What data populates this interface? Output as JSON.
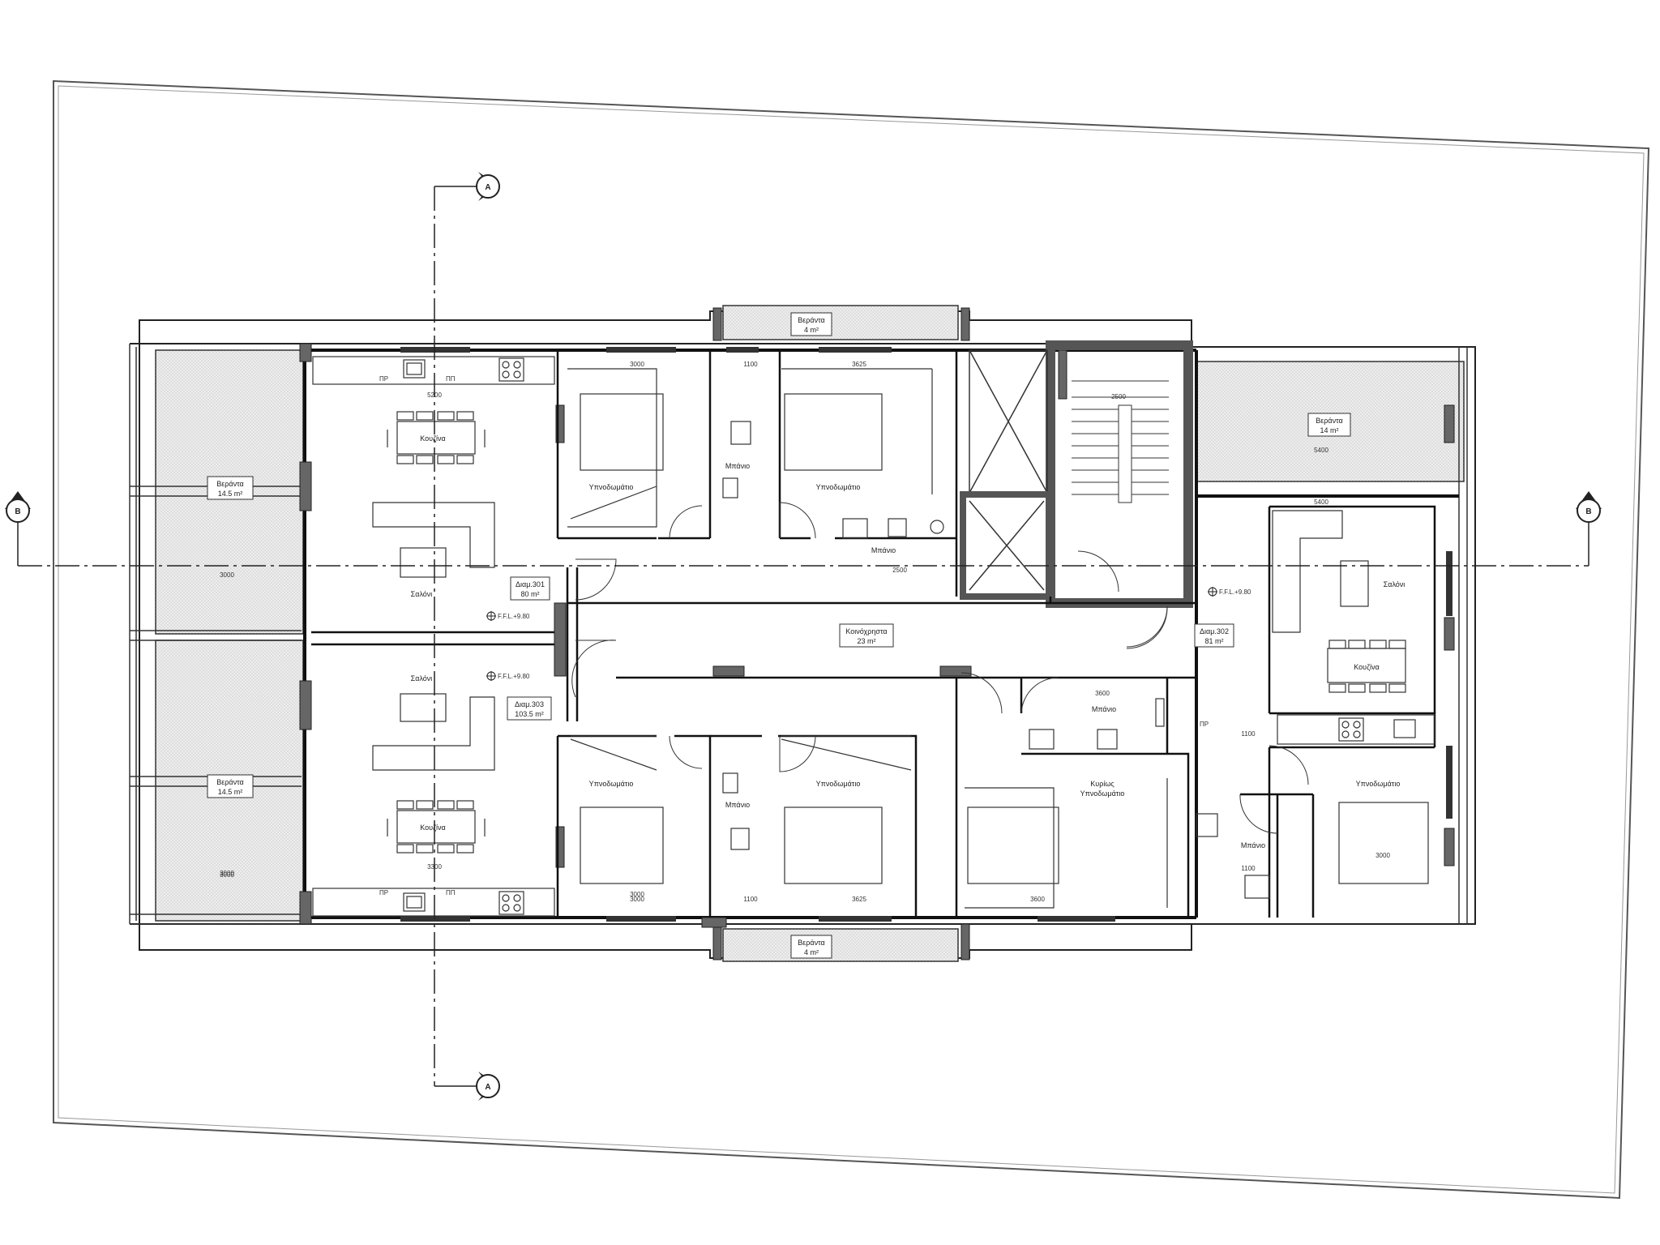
{
  "section_marker": "A",
  "elevation_marker": "B",
  "balconies": {
    "top_center": {
      "name": "Βεράντα",
      "area": "4 m²"
    },
    "bottom_center": {
      "name": "Βεράντα",
      "area": "4 m²"
    },
    "top_right": {
      "name": "Βεράντα",
      "area": "14 m²"
    },
    "left_top": {
      "name": "Βεράντα",
      "area": "14.5 m²"
    },
    "left_bottom": {
      "name": "Βεράντα",
      "area": "14.5 m²"
    }
  },
  "apartments": {
    "apt_301": {
      "name": "Διαμ.301",
      "area": "80 m²"
    },
    "apt_302": {
      "name": "Διαμ.302",
      "area": "81 m²"
    },
    "apt_303": {
      "name": "Διαμ.303",
      "area": "103.5 m²"
    }
  },
  "corridor": {
    "name": "Κοινόχρηστα",
    "area": "23 m²"
  },
  "rooms": {
    "kitchen_top": "Κουζίνα",
    "kitchen_bottom": "Κουζίνα",
    "kitchen_right": "Κουζίνα",
    "living_top": "Σαλόνι",
    "living_bottom": "Σαλόνι",
    "living_right": "Σαλόνι",
    "bedroom_top_1": "Υπνοδωμάτιο",
    "bedroom_top_2": "Υπνοδωμάτιο",
    "bedroom_bottom_1": "Υπνοδωμάτιο",
    "bedroom_bottom_2": "Υπνοδωμάτιο",
    "bedroom_right": "Υπνοδωμάτιο",
    "master_line1": "Κυρίως",
    "master_line2": "Υπνοδωμάτιο",
    "bath_top_1": "Μπάνιο",
    "bath_top_2": "Μπάνιο",
    "bath_bottom_1": "Μπάνιο",
    "bath_bottom_2": "Μπάνιο",
    "bath_right": "Μπάνιο"
  },
  "level_marks": {
    "top": "F.F.L.+9.80",
    "bottom": "F.F.L.+9.80",
    "right": "F.F.L.+9.80"
  },
  "appliance_labels": {
    "fridge": "ΠΡ",
    "washer": "ΠΠ"
  },
  "dimensions": {
    "d3000_a": "3000",
    "d1100_a": "1100",
    "d3625_a": "3625",
    "d2500": "2500",
    "d5400_a": "5400",
    "d5400_b": "5400",
    "d3000_b": "3000",
    "d3000_c": "3000",
    "d3000_d": "3000",
    "d3000_e": "3000",
    "d1100_b": "1100",
    "d3625_b": "3625",
    "d3600_a": "3600",
    "d3000_f": "3000",
    "d1100_c": "1100",
    "d3600_b": "3600",
    "d3000_g": "3000",
    "d2500_b": "2500",
    "d5200": "5200",
    "d3300": "3300",
    "d1100_d": "1100"
  }
}
